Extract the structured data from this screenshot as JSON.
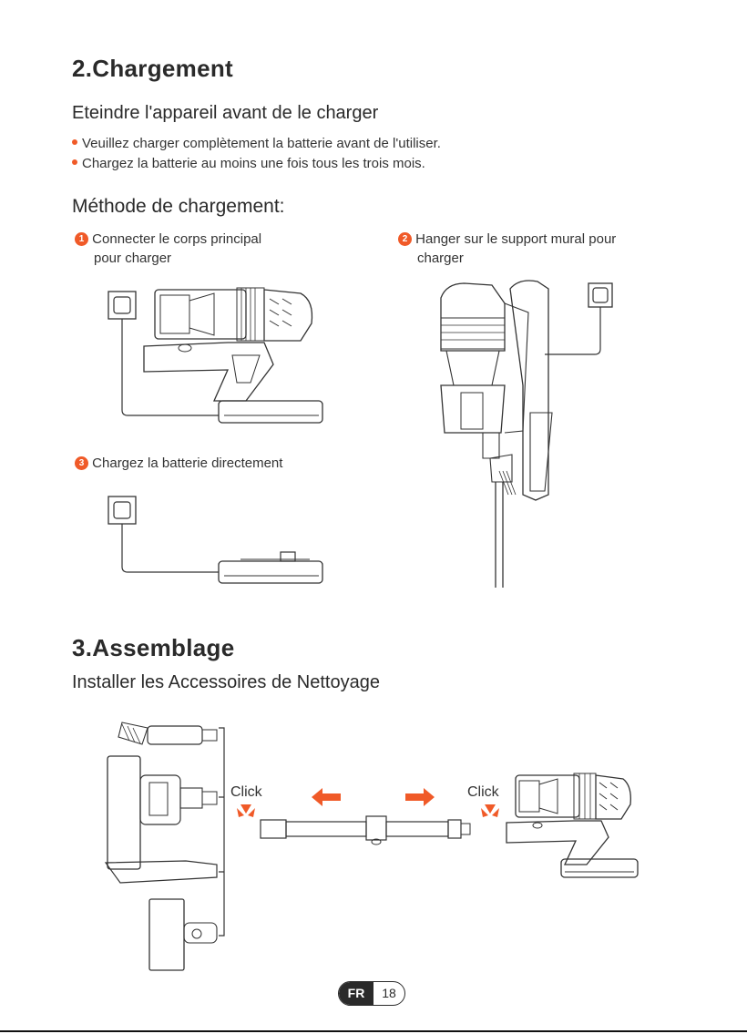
{
  "colors": {
    "accent": "#f05a28",
    "text": "#2a2a2a"
  },
  "section_charging": {
    "title": "2.Chargement",
    "subtitle": "Eteindre l'appareil avant de le charger",
    "bullets": [
      "Veuillez charger complètement la batterie avant de l'utiliser.",
      "Chargez la batterie au moins une fois tous les trois mois."
    ],
    "method_title": "Méthode de chargement:",
    "steps": [
      {
        "number": "1",
        "line1": "Connecter le corps principal",
        "line2": "pour charger"
      },
      {
        "number": "2",
        "line1": "Hanger sur le support mural pour",
        "line2": "charger"
      },
      {
        "number": "3",
        "line1": "Chargez la batterie directement"
      }
    ]
  },
  "section_assembly": {
    "title": "3.Assemblage",
    "subtitle": "Installer les Accessoires de Nettoyage",
    "click_left": "Click",
    "click_right": "Click"
  },
  "footer": {
    "lang": "FR",
    "page": "18"
  }
}
